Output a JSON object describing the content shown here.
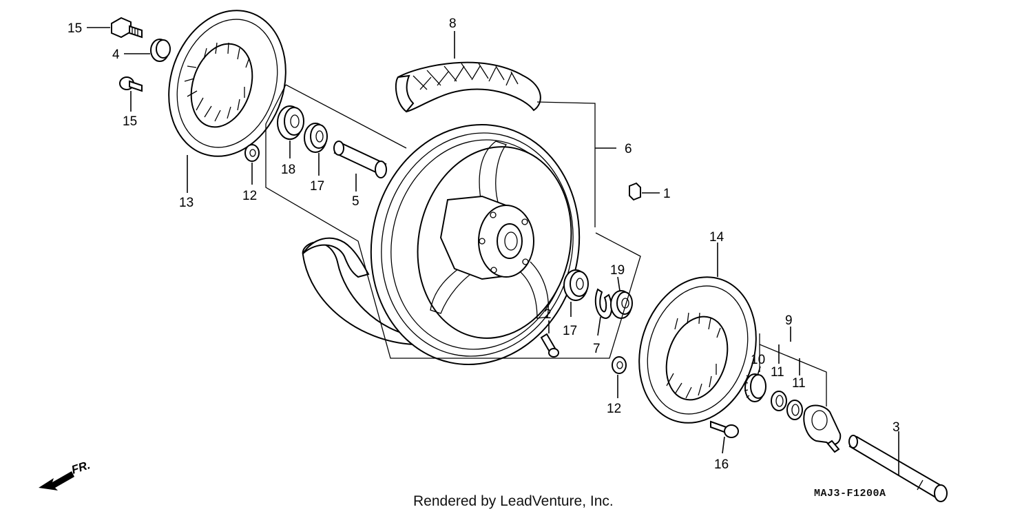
{
  "callouts": [
    {
      "id": "c1",
      "text": "1"
    },
    {
      "id": "c2",
      "text": "2"
    },
    {
      "id": "c3",
      "text": "3"
    },
    {
      "id": "c4",
      "text": "4"
    },
    {
      "id": "c5",
      "text": "5"
    },
    {
      "id": "c6",
      "text": "6"
    },
    {
      "id": "c7",
      "text": "7"
    },
    {
      "id": "c8",
      "text": "8"
    },
    {
      "id": "c9",
      "text": "9"
    },
    {
      "id": "c10",
      "text": "10"
    },
    {
      "id": "c11a",
      "text": "11"
    },
    {
      "id": "c11b",
      "text": "11"
    },
    {
      "id": "c12a",
      "text": "12"
    },
    {
      "id": "c12b",
      "text": "12"
    },
    {
      "id": "c13",
      "text": "13"
    },
    {
      "id": "c14",
      "text": "14"
    },
    {
      "id": "c15a",
      "text": "15"
    },
    {
      "id": "c15b",
      "text": "15"
    },
    {
      "id": "c16",
      "text": "16"
    },
    {
      "id": "c17a",
      "text": "17"
    },
    {
      "id": "c17b",
      "text": "17"
    },
    {
      "id": "c18",
      "text": "18"
    },
    {
      "id": "c19",
      "text": "19"
    }
  ],
  "direction_label": "FR.",
  "diagram_code": "MAJ3-F1200A",
  "footer_text": "Rendered by LeadVenture, Inc."
}
